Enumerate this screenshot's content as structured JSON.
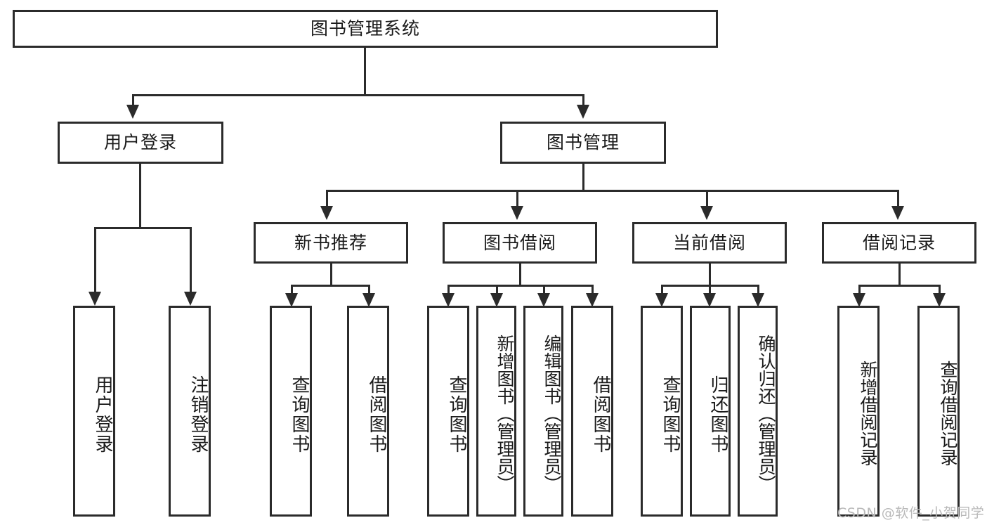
{
  "diagram": {
    "title_box": {
      "label": "图书管理系统"
    },
    "level2": [
      {
        "label": "用户登录"
      },
      {
        "label": "图书管理"
      }
    ],
    "level3": [
      {
        "label": "新书推荐"
      },
      {
        "label": "图书借阅"
      },
      {
        "label": "当前借阅"
      },
      {
        "label": "借阅记录"
      }
    ],
    "leaves": {
      "user_login": [
        {
          "label": "用户登录"
        },
        {
          "label": "注销登录"
        }
      ],
      "new_book_recommend": [
        {
          "label": "查询图书"
        },
        {
          "label": "借阅图书"
        }
      ],
      "book_borrow": [
        {
          "label": "查询图书"
        },
        {
          "label": "新增图书（管理员）"
        },
        {
          "label": "编辑图书（管理员）"
        },
        {
          "label": "借阅图书"
        }
      ],
      "current_borrow": [
        {
          "label": "查询图书"
        },
        {
          "label": "归还图书"
        },
        {
          "label": "确认归还（管理员）"
        }
      ],
      "borrow_record": [
        {
          "label": "新增借阅记录"
        },
        {
          "label": "查询借阅记录"
        }
      ]
    }
  },
  "watermark": {
    "text": "CSDN @软件_小贺同学"
  },
  "colors": {
    "stroke": "#2b2b2b",
    "background": "#ffffff",
    "text": "#1a1a1a",
    "watermark": "#b9b9b9"
  }
}
